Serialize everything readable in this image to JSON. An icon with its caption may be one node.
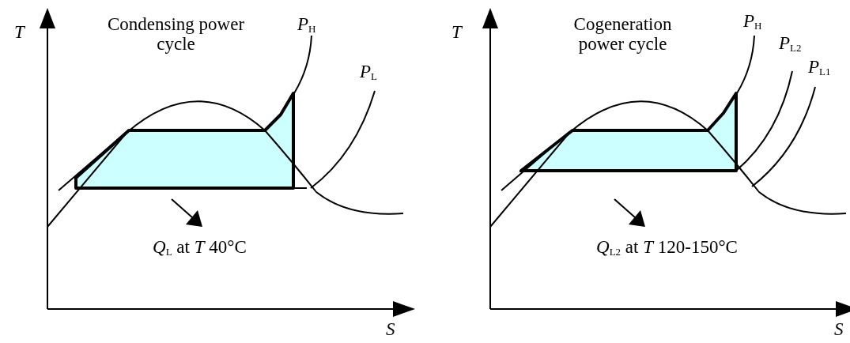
{
  "diagram": {
    "labels": [
      "T",
      "Condensing power cycle",
      "*P*$_{H}$",
      "*P*$_{L}$",
      "*Q*$_{L}$ at *T* 40°C",
      "S",
      "T",
      "Cogeneration power cycle",
      "*P*$_{H}$",
      "*P*$_{L2}$",
      "*P*$_{L1}$",
      "*Q*$_{L2}$ at *T* 120-150°C",
      "S"
    ]
  }
}
